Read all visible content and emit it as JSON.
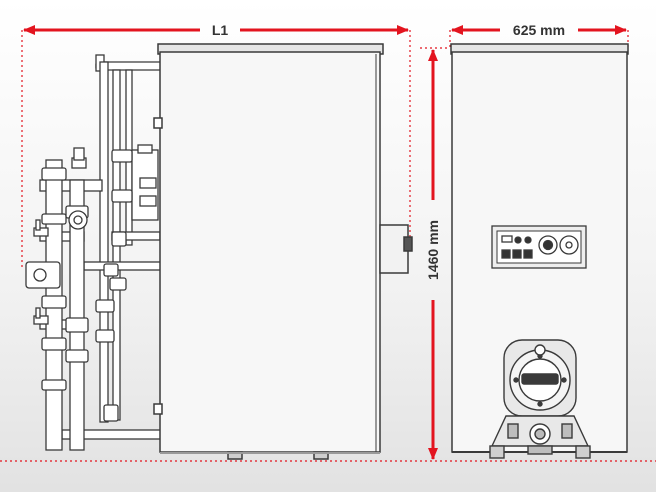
{
  "dimensions": {
    "length_label": "L1",
    "width_label": "625 mm",
    "height_label": "1460 mm"
  },
  "colors": {
    "dimension": "#e3141f",
    "outline": "#3a3a3a",
    "panel_fill": "#f7f7f7",
    "background_top": "#ffffff",
    "background_bottom": "#e2e2e2"
  }
}
